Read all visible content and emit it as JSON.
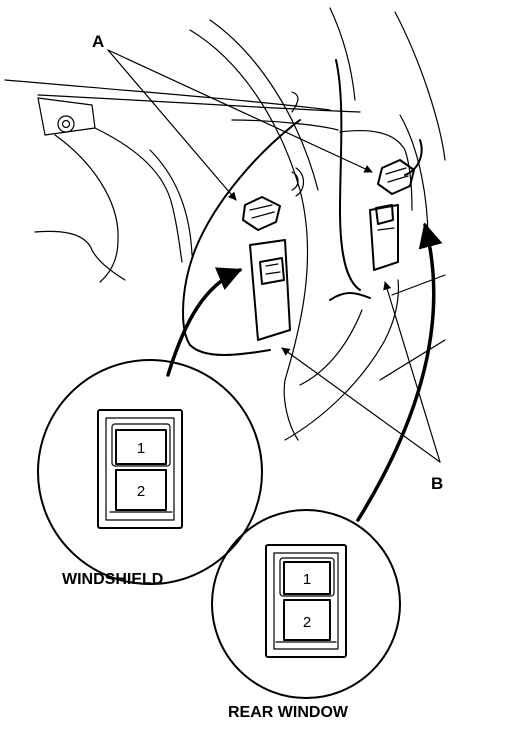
{
  "labels": {
    "callout_a": "A",
    "callout_b": "B",
    "windshield": "WINDSHIELD",
    "rear_window": "REAR WINDOW"
  },
  "connector_windshield": {
    "pins": [
      "1",
      "2"
    ]
  },
  "connector_rear_window": {
    "pins": [
      "1",
      "2"
    ]
  }
}
